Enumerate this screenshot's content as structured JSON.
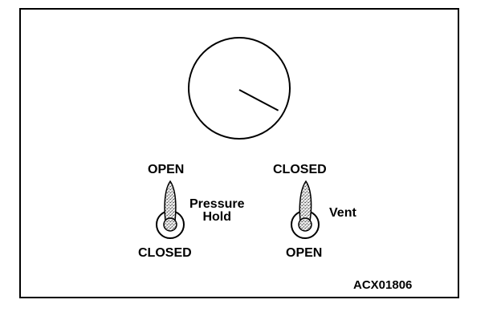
{
  "gauge": {
    "needle_angle_deg": 28
  },
  "valves": {
    "pressure_hold": {
      "label_line1": "Pressure",
      "label_line2": "Hold",
      "top_label": "OPEN",
      "bottom_label": "CLOSED"
    },
    "vent": {
      "label": "Vent",
      "top_label": "CLOSED",
      "bottom_label": "OPEN"
    }
  },
  "figure_code": "ACX01806",
  "colors": {
    "line": "#000000",
    "valve_fill": "#bbbbbb",
    "background": "#ffffff"
  }
}
